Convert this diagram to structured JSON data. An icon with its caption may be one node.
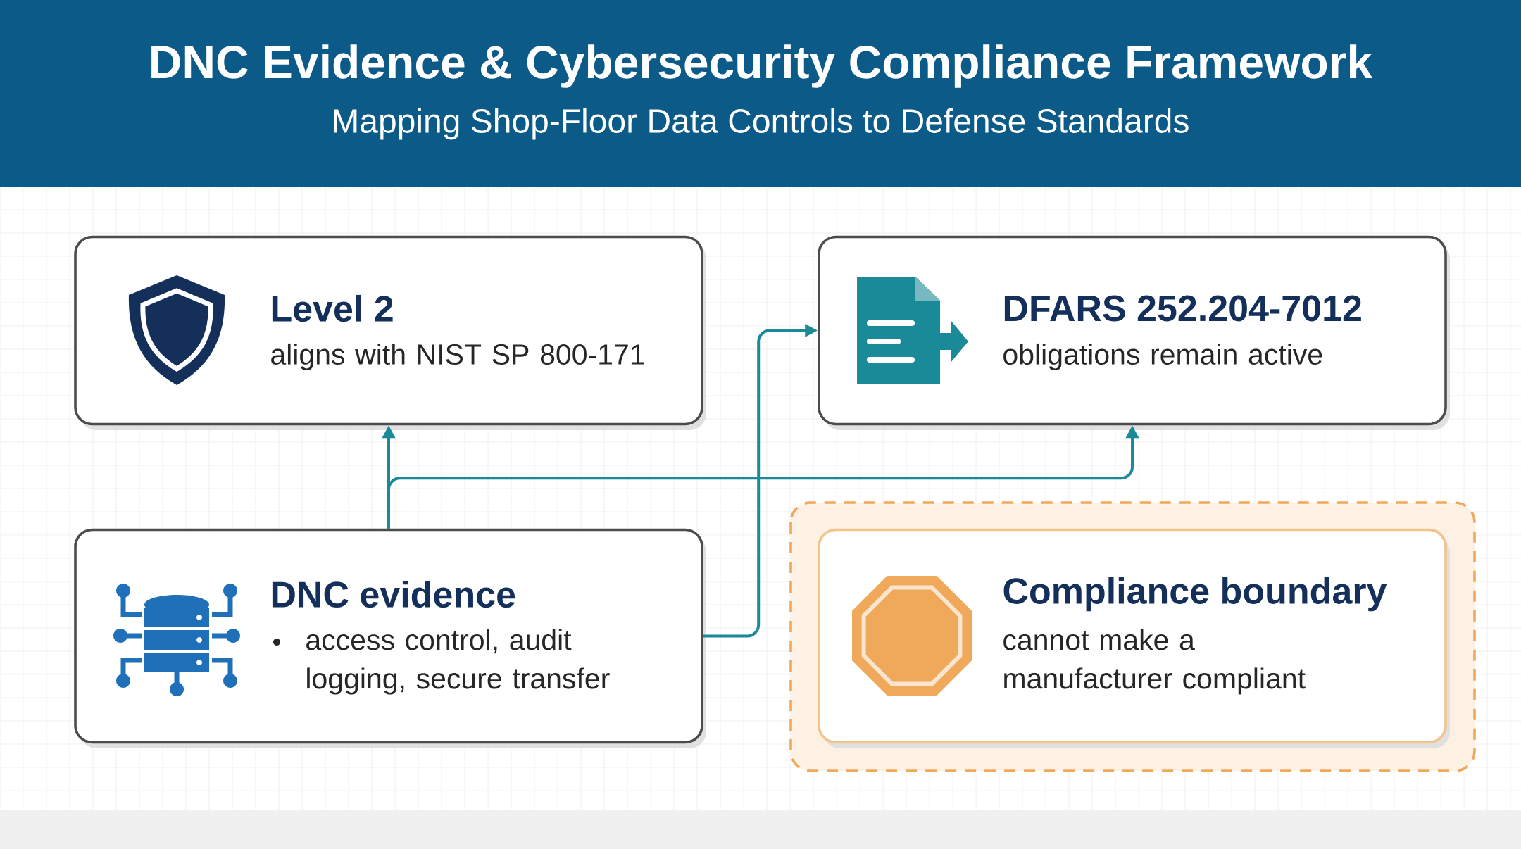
{
  "diagram": {
    "title": "DNC Evidence & Cybersecurity Compliance Framework",
    "nodes": [
      {
        "text": [
          "Level 2",
          "aligns with NIST SP 800-171"
        ]
      },
      {
        "text": [
          "DFARS 252.204-7012",
          "obligations remain active"
        ]
      },
      {
        "text": [
          "DNC evidence",
          "access control, audit logging, secure transfer"
        ]
      },
      {
        "text": [
          "Compliance boundary",
          "cannot make a manufacturer compliant"
        ]
      }
    ],
    "edges": [
      {
        "from": 2,
        "to": 0,
        "arrow": "to"
      },
      {
        "from": 2,
        "to": 1,
        "arrow": "to"
      },
      {
        "from": 2,
        "to": 1,
        "arrow": "to"
      }
    ],
    "labels": [
      "Mapping Shop-Floor Data Controls to Defense Standards"
    ]
  }
}
